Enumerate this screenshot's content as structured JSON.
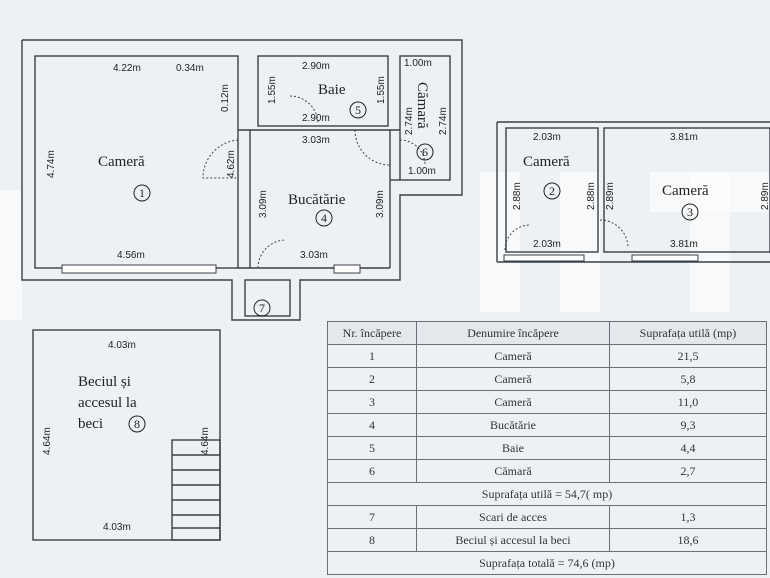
{
  "rooms": {
    "camera1": {
      "name": "Cameră",
      "num": "1"
    },
    "camera2": {
      "name": "Cameră",
      "num": "2"
    },
    "camera3": {
      "name": "Cameră",
      "num": "3"
    },
    "bucatarie": {
      "name": "Bucătărie",
      "num": "4"
    },
    "baie": {
      "name": "Baie",
      "num": "5"
    },
    "camara": {
      "name": "Cămară",
      "num": "6"
    },
    "scari": {
      "num": "7"
    },
    "beci": {
      "name_line1": "Beciul și",
      "name_line2": "accesul la",
      "name_line3": "beci",
      "num": "8"
    }
  },
  "dims": {
    "c1_top": "4.22m",
    "c1_top2": "0.34m",
    "c1_right_small": "0.12m",
    "c1_left": "4.74m",
    "c1_right": "4.62m",
    "c1_bottom": "4.56m",
    "baie_top": "2.90m",
    "baie_left": "1.55m",
    "baie_right": "1.55m",
    "baie_bottom": "2.90m",
    "camara_top": "1.00m",
    "camara_left": "2.74m",
    "camara_right": "2.74m",
    "camara_bottom": "1.00m",
    "buc_top": "3.03m",
    "buc_left": "3.09m",
    "buc_right": "3.09m",
    "buc_bottom": "3.03m",
    "c2_top": "2.03m",
    "c2_left": "2.88m",
    "c2_right": "2.88m",
    "c2_bottom": "2.03m",
    "c3_top": "3.81m",
    "c3_left": "2.89m",
    "c3_right": "2.89m",
    "c3_bottom": "3.81m",
    "beci_top": "4.03m",
    "beci_left": "4.64m",
    "beci_right": "4.64m",
    "beci_bottom": "4.03m"
  },
  "table": {
    "headers": [
      "Nr. încăpere",
      "Denumire încăpere",
      "Suprafața utilă (mp)"
    ],
    "rows": [
      {
        "nr": "1",
        "name": "Cameră",
        "area": "21,5"
      },
      {
        "nr": "2",
        "name": "Cameră",
        "area": "5,8"
      },
      {
        "nr": "3",
        "name": "Cameră",
        "area": "11,0"
      },
      {
        "nr": "4",
        "name": "Bucătărie",
        "area": "9,3"
      },
      {
        "nr": "5",
        "name": "Baie",
        "area": "4,4"
      },
      {
        "nr": "6",
        "name": "Cămară",
        "area": "2,7"
      }
    ],
    "subtotal": "Suprafața utilă = 54,7( mp)",
    "rows2": [
      {
        "nr": "7",
        "name": "Scari de acces",
        "area": "1,3"
      },
      {
        "nr": "8",
        "name": "Beciul și accesul la beci",
        "area": "18,6"
      }
    ],
    "total": "Suprafața totală = 74,6 (mp)"
  }
}
